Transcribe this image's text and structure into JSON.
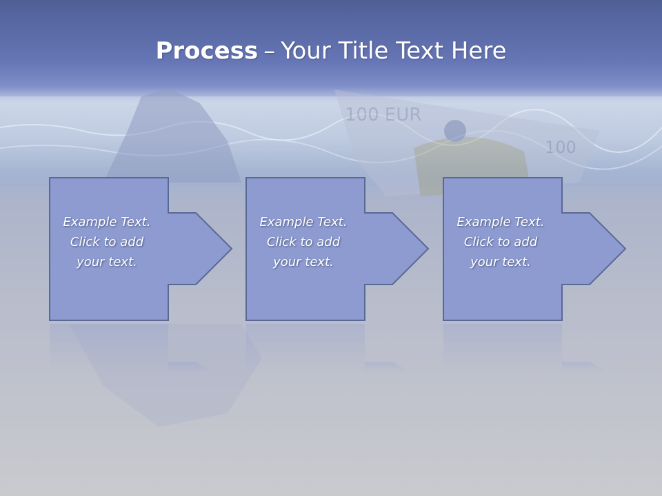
{
  "slide": {
    "title_bold": "Process",
    "title_separator": "–",
    "title_rest": "Your Title Text Here"
  },
  "steps": [
    {
      "line1": "Example Text.",
      "line2": "Click  to add",
      "line3": "your text."
    },
    {
      "line1": "Example Text.",
      "line2": "Click  to add",
      "line3": "your text."
    },
    {
      "line1": "Example Text.",
      "line2": "Click  to add",
      "line3": "your text."
    }
  ],
  "colors": {
    "box_fill": "#8d9bd0",
    "box_stroke": "#5a6896",
    "text": "#ffffff"
  },
  "icons": {
    "step_arrow": "right-arrow-icon"
  }
}
